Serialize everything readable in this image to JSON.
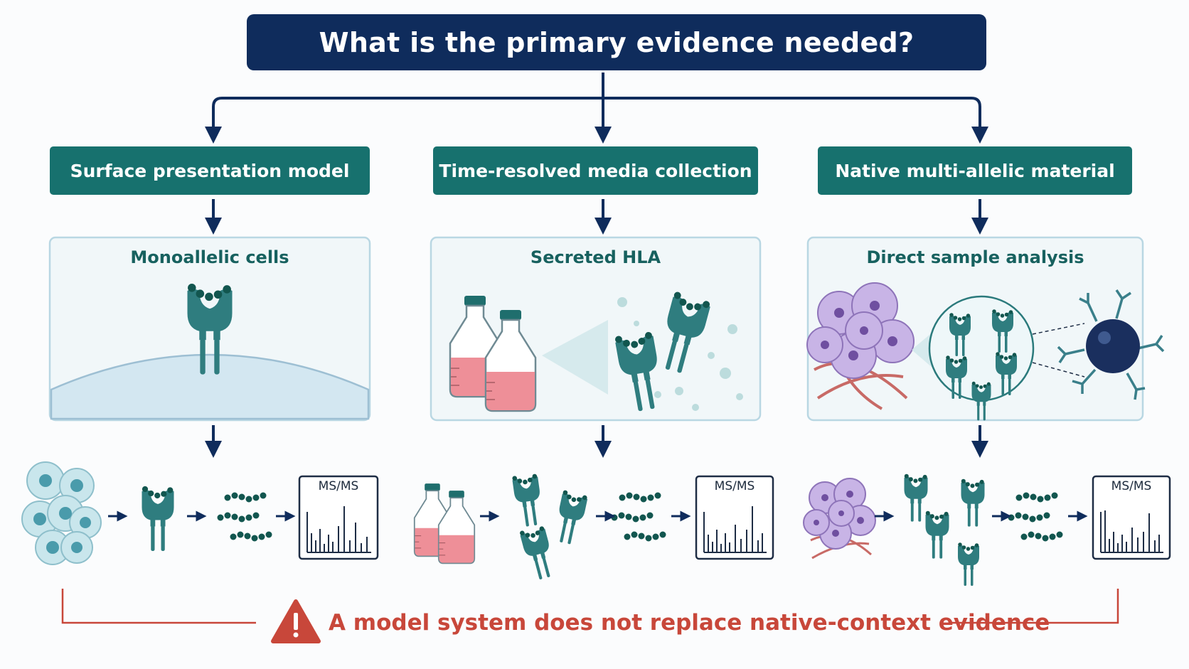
{
  "title": "What is the primary evidence needed?",
  "branches": [
    {
      "label": "Surface presentation model",
      "panel_title": "Monoallelic cells",
      "readout": "MS/MS"
    },
    {
      "label": "Time-resolved media collection",
      "panel_title": "Secreted HLA",
      "readout": "MS/MS"
    },
    {
      "label": "Native multi-allelic material",
      "panel_title": "Direct sample analysis",
      "readout": "MS/MS"
    }
  ],
  "warning": {
    "text": "A model system does not replace native-context evidence",
    "icon": "warning-triangle-icon"
  },
  "colors": {
    "title_bg": "#0f2c5c",
    "branch_bg": "#17716e",
    "panel_bg": "#f1f7f9",
    "panel_border": "#b9d7e3",
    "hla_teal": "#2f7d7f",
    "peptide": "#12564f",
    "warning": "#c8473a",
    "media_pink": "#ee8f98",
    "tumor_purple": "#b79bd6"
  }
}
